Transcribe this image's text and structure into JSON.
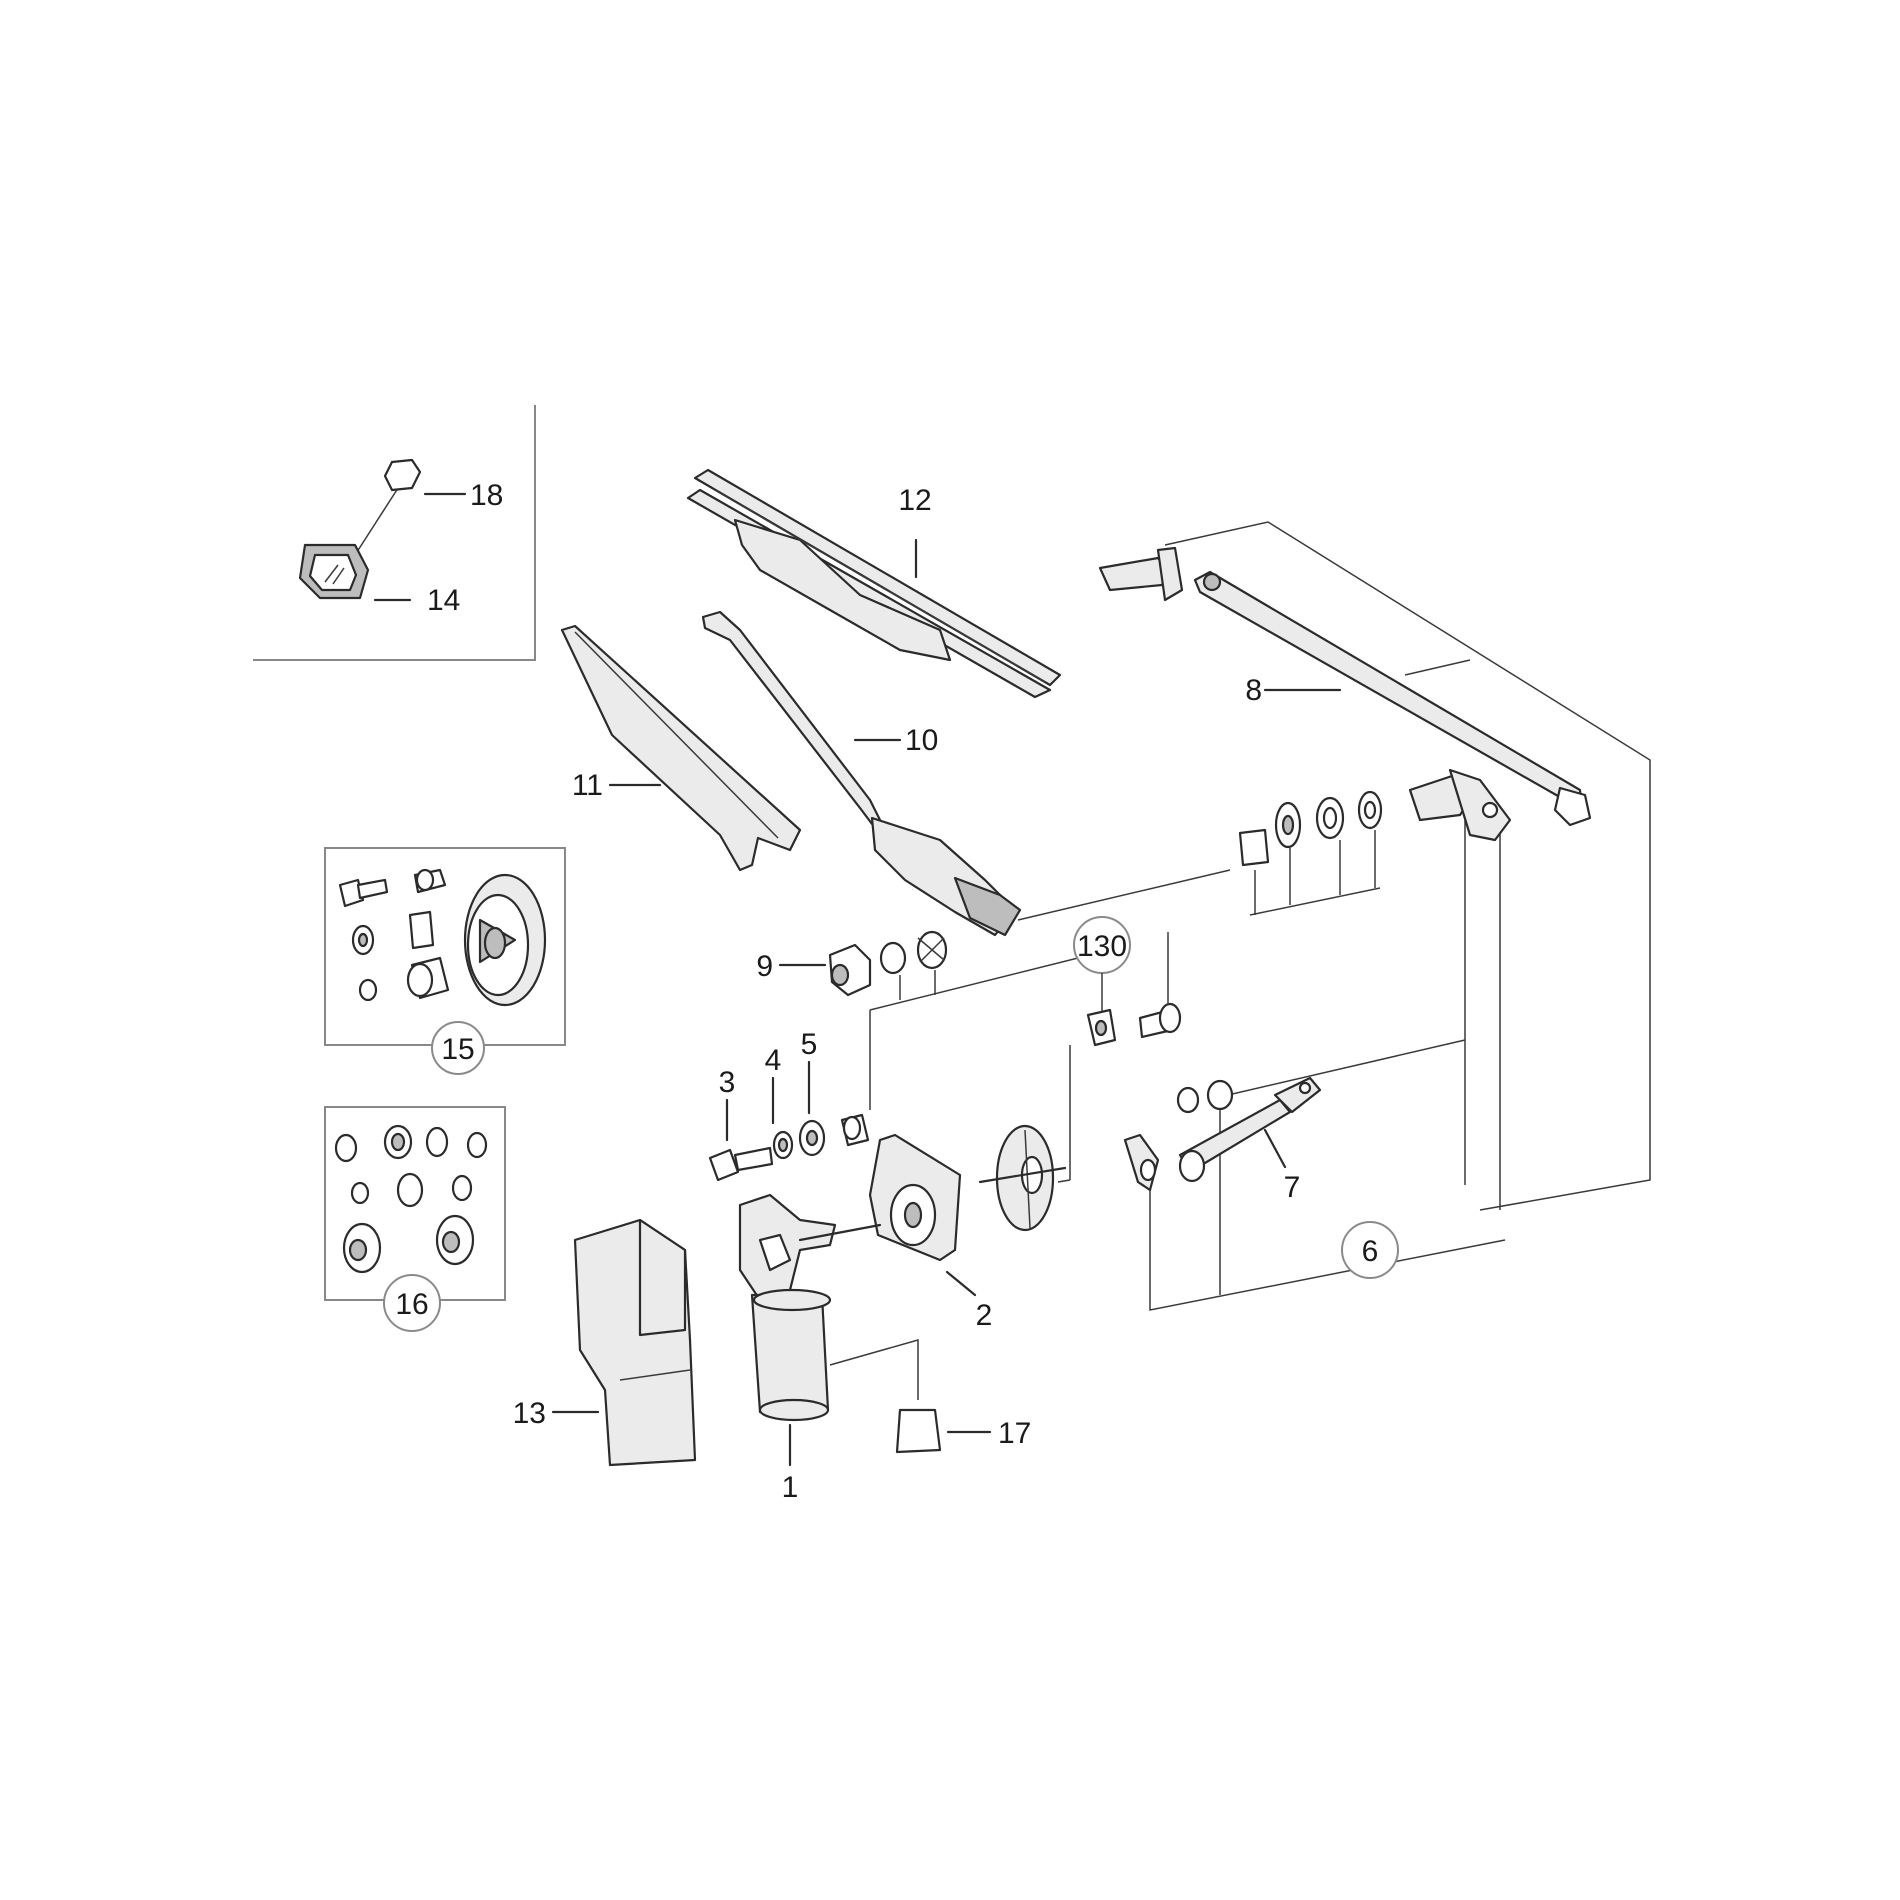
{
  "labels": {
    "p1": "1",
    "p2": "2",
    "p3": "3",
    "p4": "4",
    "p5": "5",
    "p6": "6",
    "p7": "7",
    "p8": "8",
    "p9": "9",
    "p10": "10",
    "p11": "11",
    "p12": "12",
    "p13": "13",
    "p14": "14",
    "p15": "15",
    "p16": "16",
    "p17": "17",
    "p18": "18",
    "p130": "130"
  }
}
